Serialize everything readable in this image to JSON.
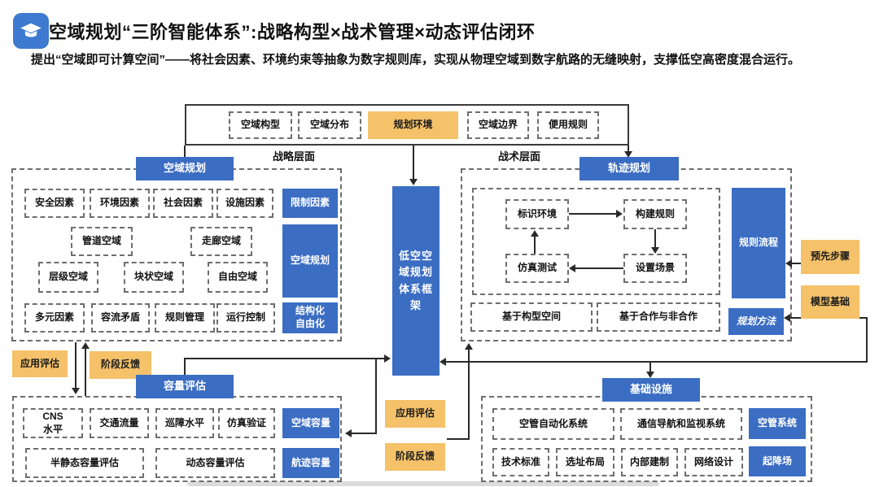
{
  "header": {
    "title": "空域规划“三阶智能体系”:战略构型×战术管理×动态评估闭环",
    "subtitle": "提出“空域即可计算空间”——将社会因素、环境约束等抽象为数字规则库，实现从物理空域到数字航路的无缝映射，支撑低空高密度混合运行。"
  },
  "colors": {
    "blue": "#3b6dc3",
    "orange": "#f5c169",
    "line": "#2a2a2a"
  },
  "top_flow": {
    "items": [
      "空域构型",
      "空域分布",
      "规划环境",
      "空域边界",
      "便用规则"
    ]
  },
  "layer_labels": {
    "strategic": "战略层面",
    "tactical": "战术层面"
  },
  "strategic": {
    "header": "空域规划",
    "factors": [
      "安全因素",
      "环境因素",
      "社会因素",
      "设施因素"
    ],
    "restriction": "限制因素",
    "airspace_row1": [
      "管道空域",
      "走廊空域"
    ],
    "airspace_row2": [
      "层级空域",
      "块状空域",
      "自由空域"
    ],
    "side_planning": "空域规划",
    "management": [
      "多元因素",
      "容流矛盾",
      "规则管理",
      "运行控制"
    ],
    "structured_freedom": "结构化\n自由化"
  },
  "center": {
    "label": "低空空域规划体系框架"
  },
  "tactical": {
    "header": "轨迹规划",
    "identify": "标识环境",
    "build": "构建规则",
    "simulate": "仿真测试",
    "scenario": "设置场景",
    "bottom": [
      "基于构型空间",
      "基于合作与非合作"
    ],
    "rule_process": "规则流程",
    "planning_method": "规划方法"
  },
  "right_side": {
    "pre_steps": "预先步骤",
    "model_basis": "模型基础"
  },
  "feedback_left": {
    "application": "应用评估",
    "stage": "阶段反馈"
  },
  "feedback_center": {
    "application": "应用评估",
    "stage": "阶段反馈"
  },
  "capacity": {
    "header": "容量评估",
    "row1": [
      "CNS\n水平",
      "交通流量",
      "巡障水平",
      "仿真验证"
    ],
    "airspace_capacity": "空域容量",
    "row2": [
      "半静态容量评估",
      "动态容量评估"
    ],
    "trajectory_capacity": "航迹容量"
  },
  "infrastructure": {
    "header": "基础设施",
    "row1": [
      "空管自动化系统",
      "通信导航和监视系统"
    ],
    "atm_system": "空管系统",
    "row2": [
      "技术标准",
      "选址布局",
      "内部建制",
      "网络设计"
    ],
    "vertiport": "起降场"
  }
}
